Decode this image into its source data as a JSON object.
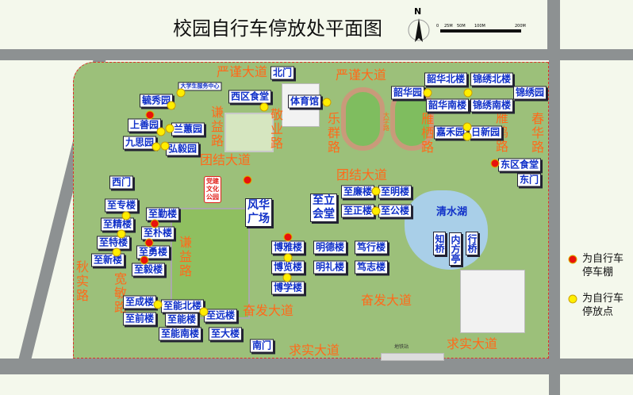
{
  "title": "校园自行车停放处平面图",
  "compass": "N",
  "scale": [
    "0",
    "25M",
    "50M",
    "100M",
    "200M"
  ],
  "buildings": [
    "毓秀园",
    "大学生服务中心",
    "西区食堂",
    "体育馆",
    "上善园",
    "兰蕙园",
    "九思园",
    "弘毅园",
    "至专楼",
    "至精楼",
    "至特楼",
    "至新楼",
    "至勤楼",
    "至朴楼",
    "至勇楼",
    "至毅楼",
    "风华广场",
    "至立会堂",
    "至廉楼",
    "至明楼",
    "至正楼",
    "至公楼",
    "博雅楼",
    "博览楼",
    "博学楼",
    "明德楼",
    "明礼楼",
    "笃行楼",
    "笃志楼",
    "至成楼",
    "至能北楼",
    "至远楼",
    "至前楼",
    "至能楼",
    "至能南楼",
    "至大楼",
    "韶华园",
    "韶华北楼",
    "锦绣北楼",
    "韶华南楼",
    "锦绣南楼",
    "锦绣园",
    "嘉禾园",
    "日新园",
    "东区食堂",
    "知桥",
    "内方亭",
    "行桥"
  ],
  "gates": [
    "北门",
    "西门",
    "东门",
    "南门"
  ],
  "landmarks": [
    "清水湖",
    "党建文化公园",
    "地铁站"
  ],
  "roads": [
    "严谨大道",
    "严谨大道",
    "团结大道",
    "团结大道",
    "谦益路",
    "谦益路",
    "敬业路",
    "乐群路",
    "雁栖路",
    "雁鸣路",
    "春华路",
    "秋实路",
    "宽敏路",
    "奋发大道",
    "奋发大道",
    "求实大道",
    "求实大道",
    "大学路"
  ],
  "legend": [
    {
      "label": "为自行车停车棚",
      "line1": "为自行车",
      "line2": "停车棚",
      "color": "#e8120c"
    },
    {
      "label": "为自行车停放点",
      "line1": "为自行车",
      "line2": "停放点",
      "color": "#ffee00"
    }
  ]
}
